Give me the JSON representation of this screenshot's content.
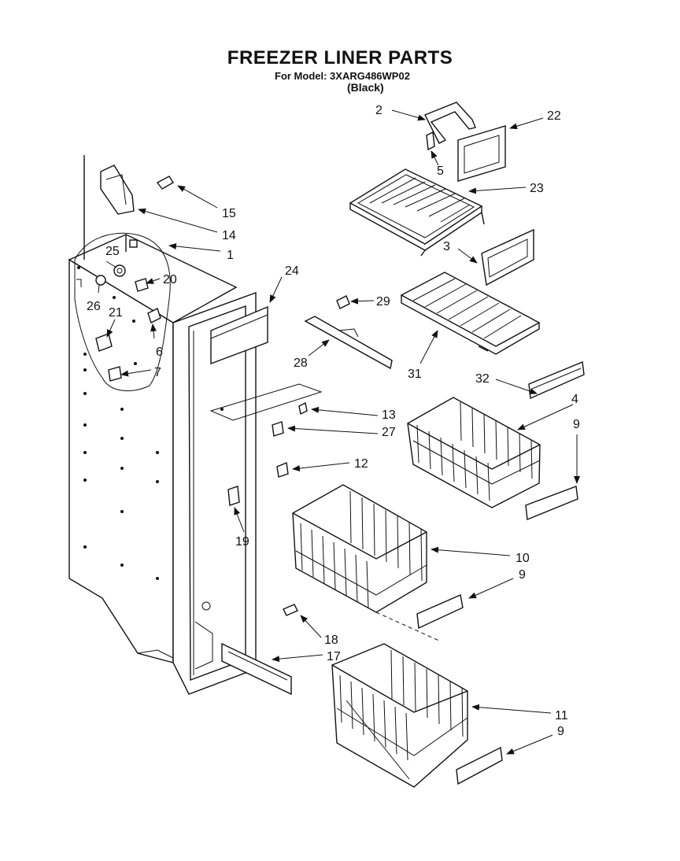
{
  "header": {
    "title": "FREEZER LINER PARTS",
    "model_line": "For Model: 3XARG486WP02",
    "color_line": "(Black)"
  },
  "callouts": [
    "1",
    "2",
    "3",
    "4",
    "5",
    "6",
    "7",
    "9",
    "9",
    "9",
    "10",
    "11",
    "12",
    "13",
    "14",
    "15",
    "17",
    "18",
    "19",
    "20",
    "21",
    "22",
    "23",
    "24",
    "25",
    "26",
    "27",
    "28",
    "29",
    "31",
    "32"
  ]
}
